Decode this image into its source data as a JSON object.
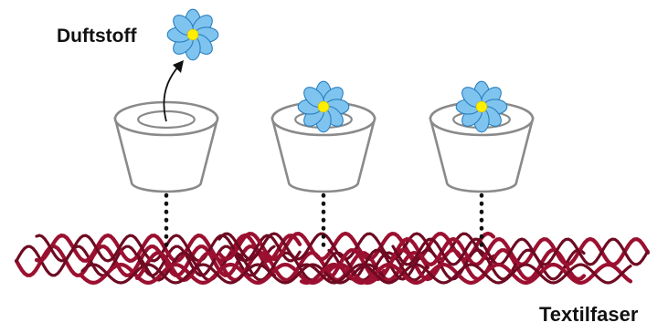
{
  "labels": {
    "fragrance": "Duftstoff",
    "fiber": "Textilfaser"
  },
  "colors": {
    "fiber": "#9b1030",
    "fiber_dark": "#6e0a22",
    "cup_stroke": "#8a8a8a",
    "cup_fill": "#ffffff",
    "petal": "#7fc4ef",
    "petal_stroke": "#2a7fbf",
    "flower_center": "#ffee00",
    "linker": "#111111",
    "label": "#111111"
  },
  "icons": {
    "released_molecule": "flower-icon",
    "host_molecule": "cyclodextrin-cup-icon",
    "fiber": "helix-fiber-icon"
  },
  "cups": [
    {
      "id": "cup-1",
      "loaded": false
    },
    {
      "id": "cup-2",
      "loaded": true
    },
    {
      "id": "cup-3",
      "loaded": true
    }
  ]
}
